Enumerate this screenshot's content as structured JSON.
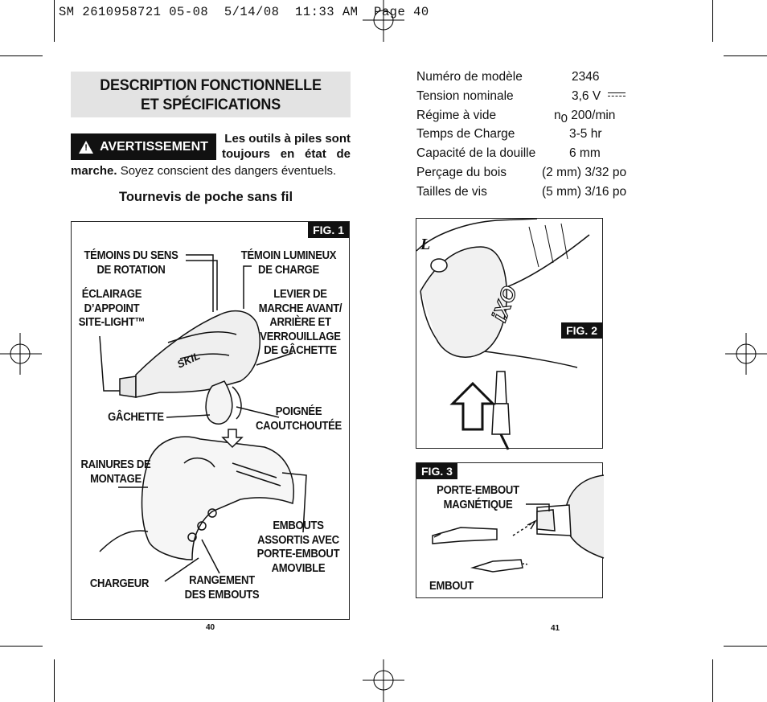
{
  "slug": "SM 2610958721 05-08  5/14/08  11:33 AM  Page 40",
  "left": {
    "title_line1": "DESCRIPTION FONCTIONNELLE",
    "title_line2": "ET SPÉCIFICATIONS",
    "warning_label": "AVERTISSEMENT",
    "warning_bold_1": "Les outils à piles sont",
    "warning_bold_2": "toujours en état de",
    "warning_bold_3": "marche.",
    "warning_rest": " Soyez conscient des dangers éventuels.",
    "subheading": "Tournevis de poche sans fil",
    "fig_tag": "FIG. 1",
    "labels": {
      "temoins": [
        "TÉMOINS DU SENS",
        "DE ROTATION"
      ],
      "temoin_lumineux": [
        "TÉMOIN LUMINEUX",
        "DE CHARGE"
      ],
      "eclairage": [
        "ÉCLAIRAGE",
        "D’APPOINT",
        "SITE-LIGHT™"
      ],
      "levier": [
        "LEVIER DE",
        "MARCHE AVANT/",
        "ARRIÈRE ET",
        "VERROUILLAGE",
        "DE GÂCHETTE"
      ],
      "gachette": "GÂCHETTE",
      "poignee": [
        "POIGNÉE",
        "CAOUTCHOUTÉE"
      ],
      "rainures": [
        "RAINURES DE",
        "MONTAGE"
      ],
      "embouts": [
        "EMBOUTS",
        "ASSORTIS AVEC",
        "PORTE-EMBOUT",
        "AMOVIBLE"
      ],
      "chargeur": "CHARGEUR",
      "rangement": [
        "RANGEMENT",
        "DES EMBOUTS"
      ]
    },
    "brand_logo": "SKIL",
    "page_number": "40"
  },
  "right": {
    "specs": [
      {
        "label": "Numéro de modèle",
        "value": "2346"
      },
      {
        "label": "Tension nominale",
        "value": "3,6 V"
      },
      {
        "label": "Régime à vide",
        "prefix": "n",
        "subscript": "0",
        "value": "200/min"
      },
      {
        "label": "Temps de Charge",
        "value": "3-5 hr"
      },
      {
        "label": "Capacité de la douille",
        "value": "6 mm"
      },
      {
        "label": "Perçage du bois",
        "value": "(2 mm) 3/32 po"
      },
      {
        "label": "Tailles de vis",
        "value": "(5 mm) 3/16 po"
      }
    ],
    "fig2_tag": "FIG. 2",
    "fig3_tag": "FIG. 3",
    "fig3_labels": {
      "porte": [
        "PORTE-EMBOUT",
        "MAGNÉTIQUE"
      ],
      "embout": "EMBOUT"
    },
    "page_number": "41"
  }
}
